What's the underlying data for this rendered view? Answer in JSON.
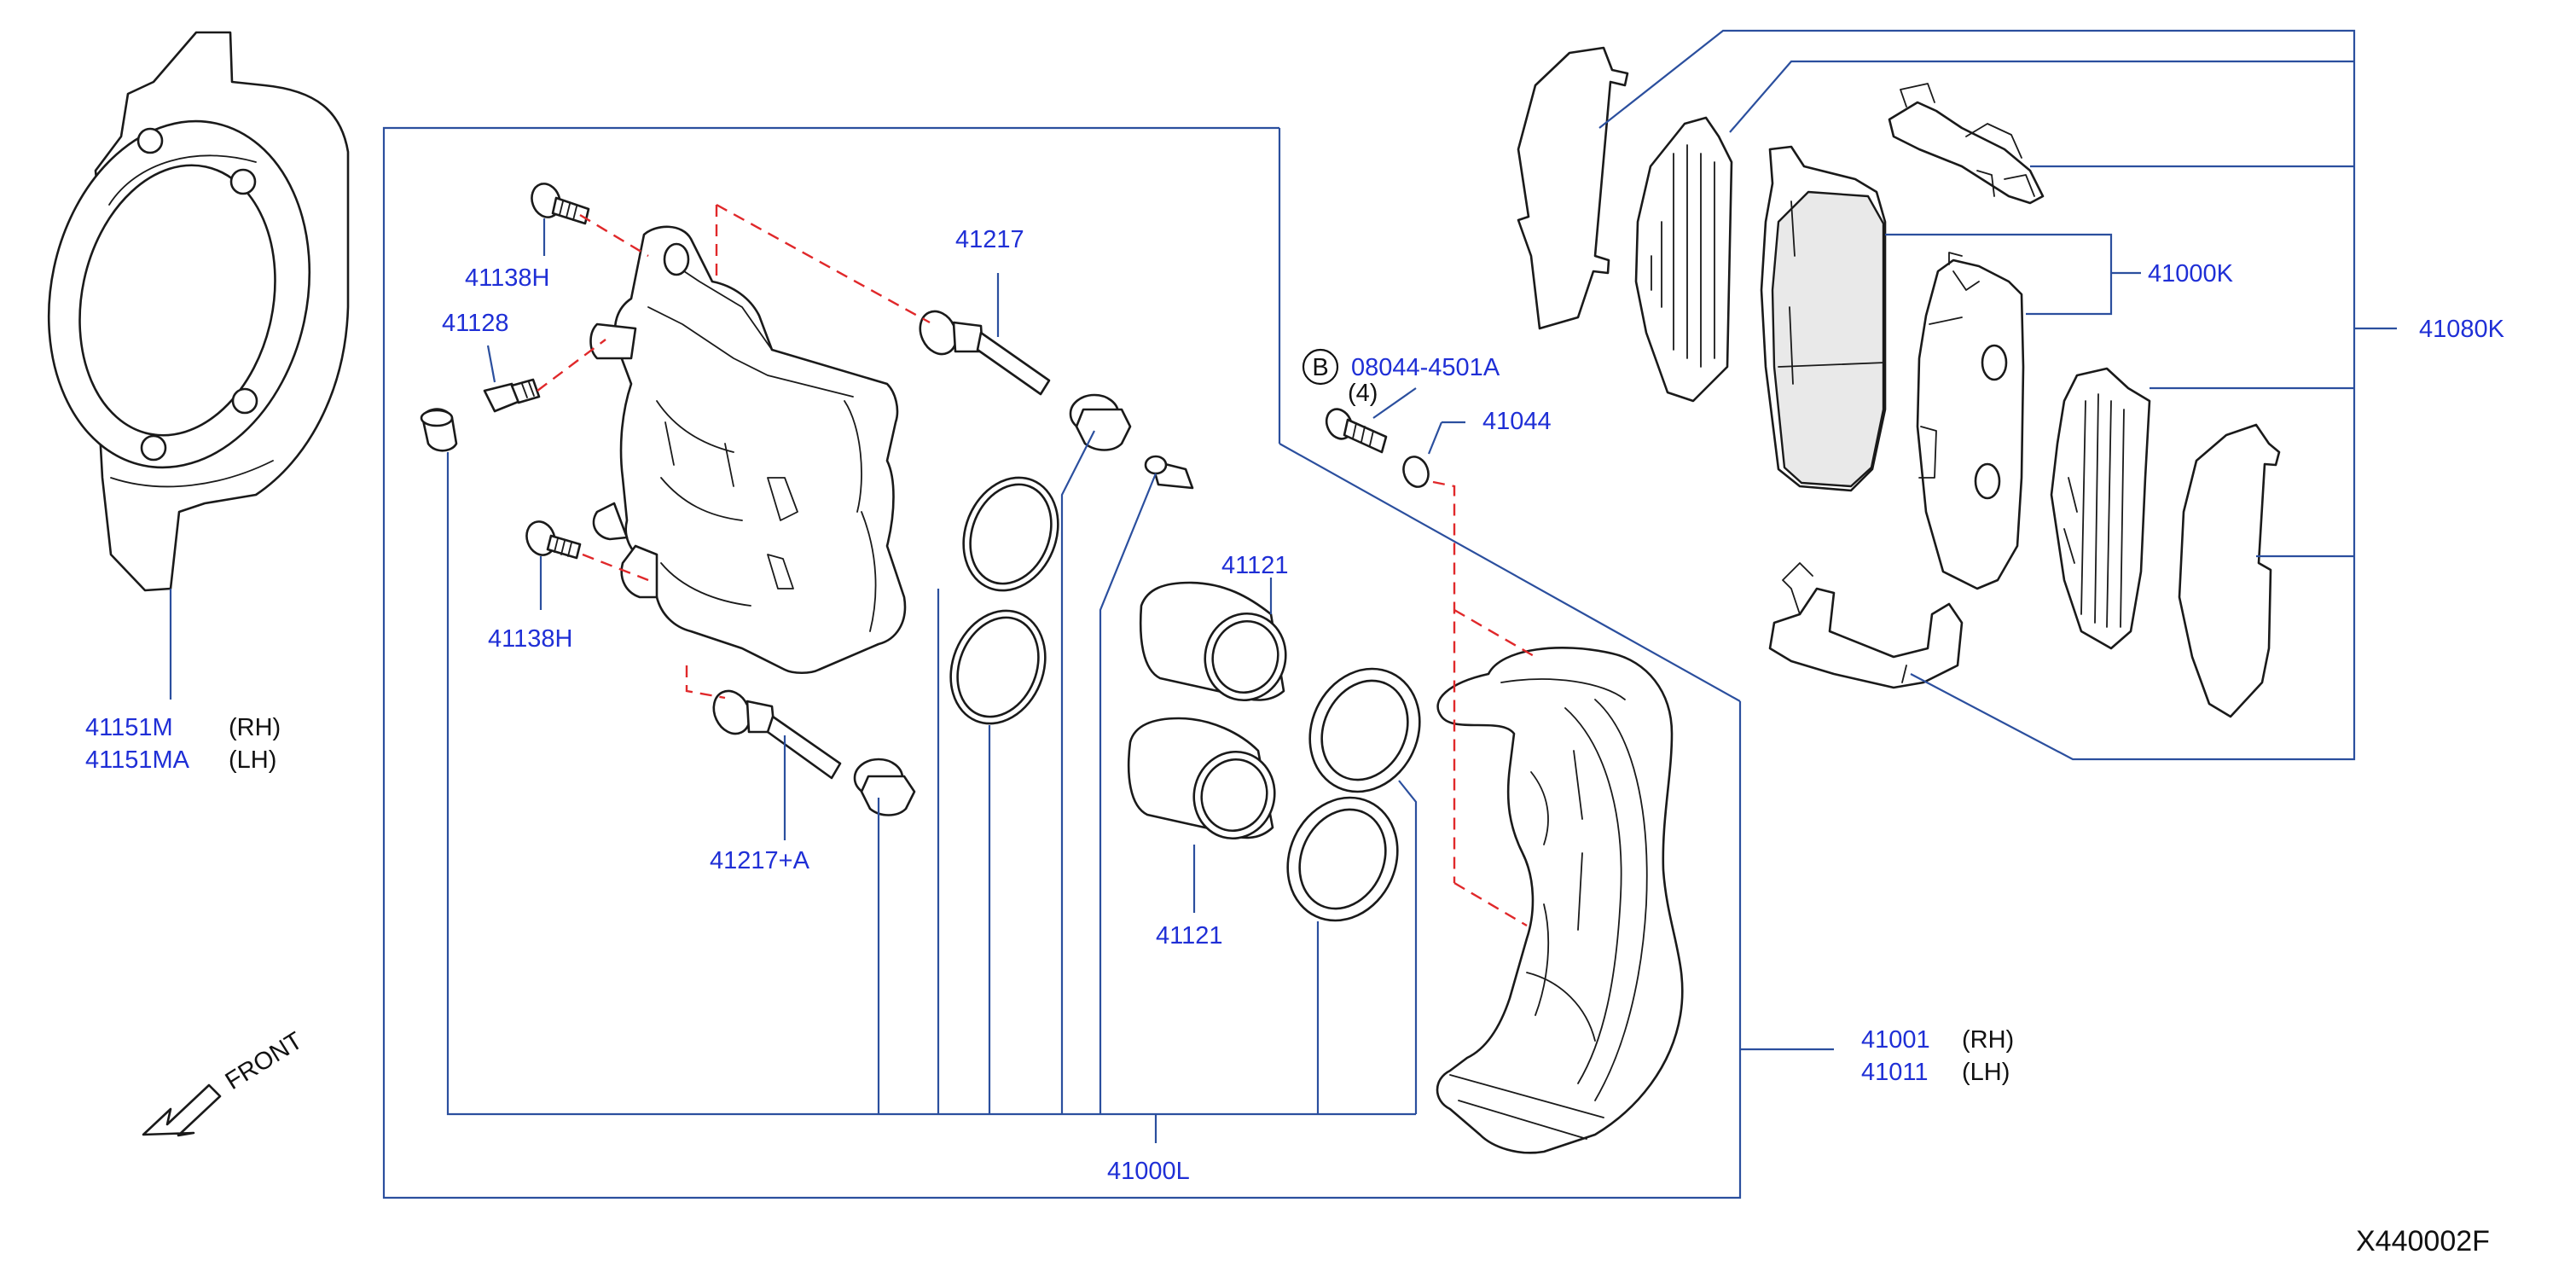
{
  "colors": {
    "part_number": "#1f2fd6",
    "leader_line": "#2b4f9e",
    "hidden_line": "#e0282a",
    "drawing": "#1a1a1a"
  },
  "labels": {
    "p41151M": "41151M",
    "p41151MA": "41151MA",
    "rh": "(RH)",
    "lh": "(LH)",
    "p41138H_top": "41138H",
    "p41128": "41128",
    "p41138H_mid": "41138H",
    "p41217": "41217",
    "p41217A": "41217+A",
    "bolt_symbol": "B",
    "p08044": "08044-4501A",
    "qty": "(4)",
    "p41044": "41044",
    "p41121_top": "41121",
    "p41121_bot": "41121",
    "p41000L": "41000L",
    "p41001": "41001",
    "p41011": "41011",
    "p41000K": "41000K",
    "p41080K": "41080K",
    "front": "FRONT",
    "drawing_code": "X440002F"
  },
  "parts": [
    {
      "id": "dust-shield",
      "number": "41151M / 41151MA"
    },
    {
      "id": "caliper-body",
      "number": "41001 / 41011"
    },
    {
      "id": "pad-kit",
      "number": "41080K"
    },
    {
      "id": "brake-pads",
      "number": "41000K"
    },
    {
      "id": "seal-kit",
      "number": "41000L"
    }
  ]
}
